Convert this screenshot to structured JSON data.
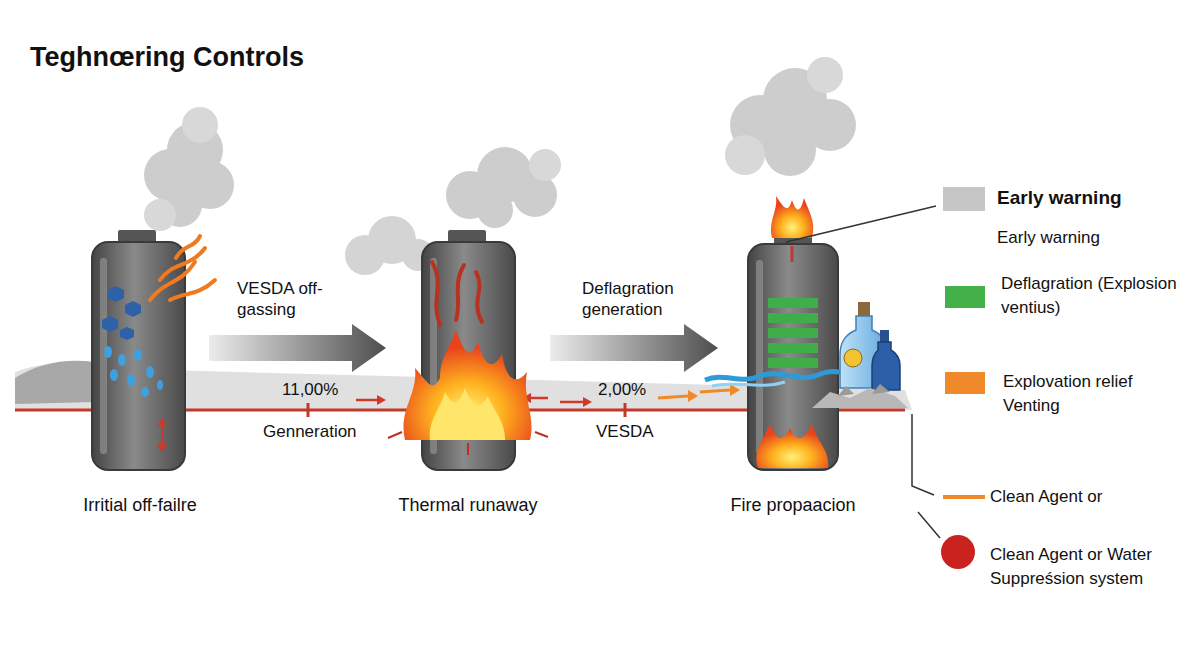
{
  "diagram": {
    "title": "Teghnœring Controls",
    "nodes": [
      {
        "text": [
          "Irritial off-failre"
        ]
      },
      {
        "text": [
          "Thermal runaway"
        ]
      },
      {
        "text": [
          "Fire propaacion"
        ]
      }
    ],
    "edges": [
      {
        "from": 0,
        "to": 1,
        "arrow": "to",
        "label": "VESDA off-gassing"
      },
      {
        "from": 1,
        "to": 2,
        "arrow": "to",
        "label": "Deflagration generation"
      }
    ],
    "labels": [
      "11,00%",
      "Genneration",
      "2,00%",
      "VESDA",
      "Early warning"
    ],
    "legend": [
      {
        "text": "Early warning",
        "color": "#c6c6c6"
      },
      {
        "text": "Deflagration (Explosion ventius)",
        "color": "#43b04a"
      },
      {
        "text": "Explovation relief Venting",
        "color": "#f0892a"
      },
      {
        "text": "Clean Agent or"
      },
      {
        "text": "Clean Agent or Water Suppreśsion system",
        "color": "#c9221f"
      }
    ]
  }
}
